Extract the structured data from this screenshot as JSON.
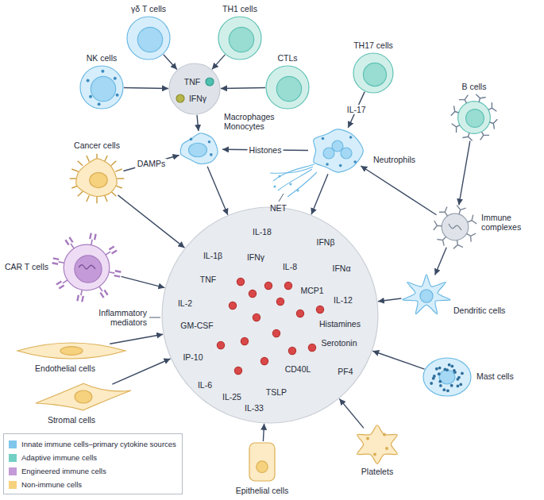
{
  "diagram": {
    "nodes": [
      {
        "text": [
          "γδ T cells"
        ]
      },
      {
        "text": [
          "TH1 cells"
        ]
      },
      {
        "text": [
          "NK cells"
        ]
      },
      {
        "text": [
          "CTLs"
        ]
      },
      {
        "text": [
          "TNF",
          "IFNγ"
        ]
      },
      {
        "text": [
          "TH17 cells"
        ]
      },
      {
        "text": [
          "B cells"
        ]
      },
      {
        "text": [
          "Macrophages Monocytes"
        ]
      },
      {
        "text": [
          "Neutrophils"
        ]
      },
      {
        "text": [
          "Cancer cells"
        ]
      },
      {
        "text": [
          "Immune complexes"
        ]
      },
      {
        "text": [
          "CAR T cells"
        ]
      },
      {
        "text": [
          "Inflammatory mediators",
          "IL-18",
          "IFNβ",
          "IL-1β",
          "IFNγ",
          "TNF",
          "IL-8",
          "IFNα",
          "IL-2",
          "MCP1",
          "GM-CSF",
          "IL-12",
          "Histamines",
          "IP-10",
          "Serotonin",
          "CD40L",
          "IL-6",
          "PF4",
          "TSLP",
          "IL-25",
          "IL-33"
        ]
      },
      {
        "text": [
          "Dendritic cells"
        ]
      },
      {
        "text": [
          "Mast cells"
        ]
      },
      {
        "text": [
          "Endothelial cells"
        ]
      },
      {
        "text": [
          "Stromal cells"
        ]
      },
      {
        "text": [
          "Platelets"
        ]
      },
      {
        "text": [
          "Epithelial cells"
        ]
      }
    ],
    "edges": [
      {
        "from": 0,
        "to": 4,
        "arrow": "to"
      },
      {
        "from": 1,
        "to": 4,
        "arrow": "to"
      },
      {
        "from": 2,
        "to": 4,
        "arrow": "to"
      },
      {
        "from": 3,
        "to": 4,
        "arrow": "to"
      },
      {
        "from": 4,
        "to": 7,
        "arrow": "to"
      },
      {
        "from": 5,
        "to": 8,
        "label": "IL-17",
        "arrow": "to"
      },
      {
        "from": 9,
        "to": 7,
        "label": "DAMPs",
        "arrow": "to"
      },
      {
        "from": 8,
        "to": 7,
        "label": "Histones",
        "arrow": "to"
      },
      {
        "from": 6,
        "to": 10,
        "arrow": "to"
      },
      {
        "from": 10,
        "to": 8,
        "arrow": "to"
      },
      {
        "from": 10,
        "to": 13,
        "arrow": "to"
      },
      {
        "from": 7,
        "to": 12,
        "arrow": "to"
      },
      {
        "from": 9,
        "to": 12,
        "arrow": "to"
      },
      {
        "from": 11,
        "to": 12,
        "arrow": "to"
      },
      {
        "from": 8,
        "to": 12,
        "arrow": "to"
      },
      {
        "from": 13,
        "to": 12,
        "arrow": "to"
      },
      {
        "from": 14,
        "to": 12,
        "arrow": "to"
      },
      {
        "from": 15,
        "to": 12,
        "arrow": "to"
      },
      {
        "from": 16,
        "to": 12,
        "arrow": "to"
      },
      {
        "from": 18,
        "to": 12,
        "arrow": "to"
      },
      {
        "from": 17,
        "to": 12,
        "arrow": "to"
      }
    ],
    "labels": [
      "NET"
    ],
    "legend": [
      {
        "text": "Innate immune cells–primary cytokine sources",
        "color": "#7fc6ec"
      },
      {
        "text": "Adaptive immune cells",
        "color": "#72cfc3"
      },
      {
        "text": "Engineered immune cells",
        "color": "#c49bd8"
      },
      {
        "text": "Non-immune cells",
        "color": "#f6d27e"
      }
    ]
  }
}
